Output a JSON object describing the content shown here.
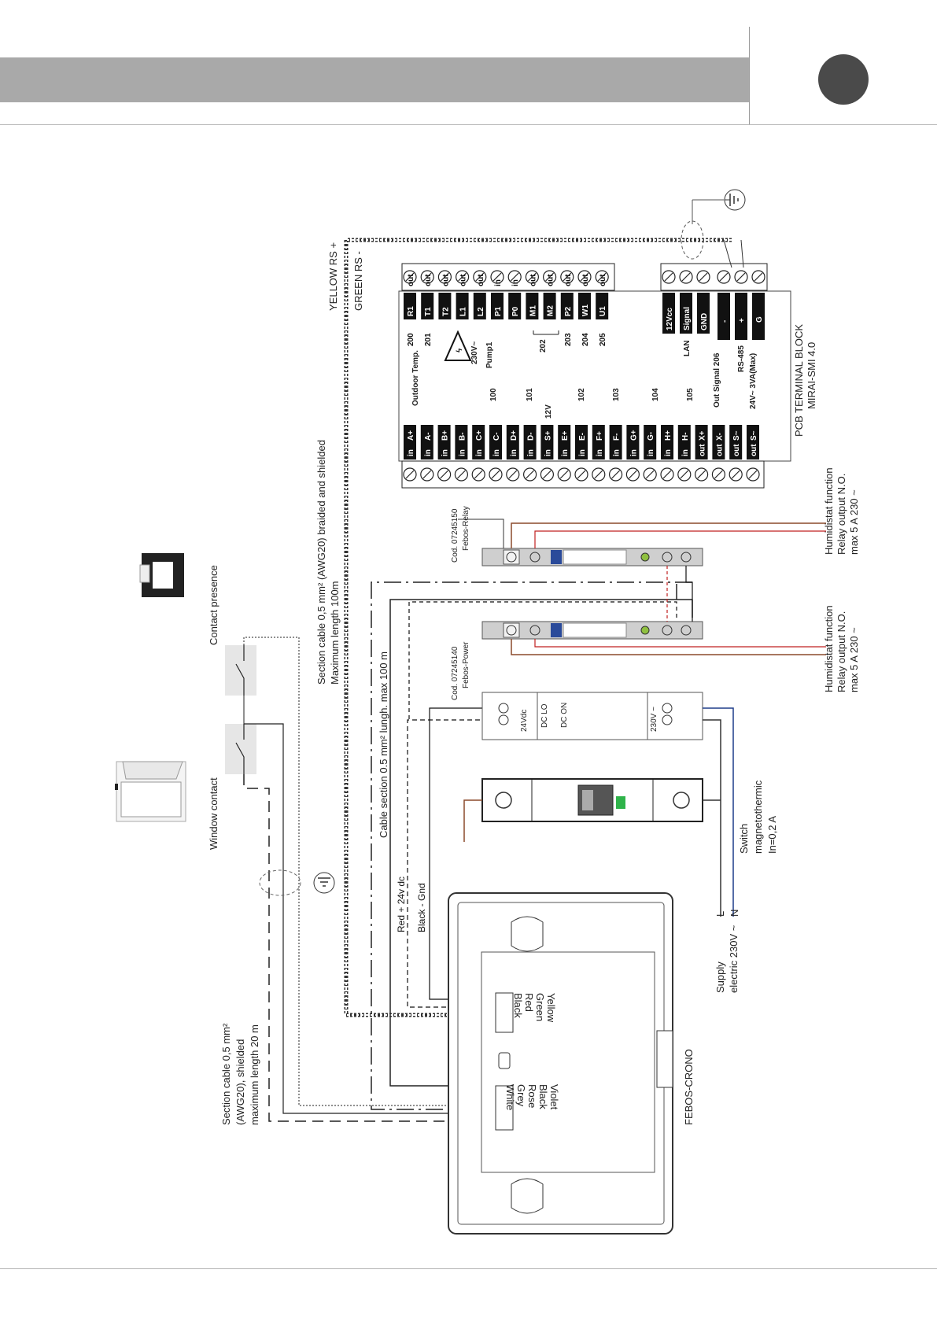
{
  "pcb": {
    "title": "PCB TERMINAL BLOCK",
    "model": "MIRAI-SMI 4.0",
    "right_terminals": [
      {
        "num": "200",
        "name": "R1",
        "dir": "out"
      },
      {
        "num": "201",
        "name": "T1",
        "dir": "out"
      },
      {
        "num": "",
        "name": "T2",
        "dir": "out"
      },
      {
        "num": "",
        "name": "L1",
        "dir": "out"
      },
      {
        "num": "",
        "name": "L2",
        "dir": "out"
      },
      {
        "num": "",
        "name": "P1",
        "dir": "in"
      },
      {
        "num": "",
        "name": "P0",
        "dir": "in"
      },
      {
        "num": "",
        "name": "M1",
        "dir": "out"
      },
      {
        "num": "",
        "name": "M2",
        "dir": "out"
      },
      {
        "num": "203",
        "name": "P2",
        "dir": "out"
      },
      {
        "num": "204",
        "name": "W1",
        "dir": "out"
      },
      {
        "num": "205",
        "name": "U1",
        "dir": "out"
      }
    ],
    "right_group_labels": [
      "230V~",
      "Pump1",
      "202"
    ],
    "lan_terminals": [
      "12Vcc",
      "Signal",
      "GND"
    ],
    "lan_label": "LAN",
    "rs485_terminals": [
      "-",
      "+",
      "G"
    ],
    "rs485_label": "RS-485",
    "left_terminals": [
      {
        "dir": "in",
        "name": "A+"
      },
      {
        "dir": "in",
        "name": "A-"
      },
      {
        "dir": "in",
        "name": "B+"
      },
      {
        "dir": "in",
        "name": "B-"
      },
      {
        "dir": "in",
        "name": "C+"
      },
      {
        "dir": "in",
        "name": "C-"
      },
      {
        "dir": "in",
        "name": "D+"
      },
      {
        "dir": "in",
        "name": "D-"
      },
      {
        "dir": "in",
        "name": "S+"
      },
      {
        "dir": "in",
        "name": "E+"
      },
      {
        "dir": "in",
        "name": "E-"
      },
      {
        "dir": "in",
        "name": "F+"
      },
      {
        "dir": "in",
        "name": "F-"
      },
      {
        "dir": "in",
        "name": "G+"
      },
      {
        "dir": "in",
        "name": "G-"
      },
      {
        "dir": "in",
        "name": "H+"
      },
      {
        "dir": "in",
        "name": "H-"
      },
      {
        "dir": "out",
        "name": "X+"
      },
      {
        "dir": "out",
        "name": "X-"
      },
      {
        "dir": "out",
        "name": "S~"
      },
      {
        "dir": "out",
        "name": "S~"
      }
    ],
    "left_group_labels": {
      "outdoor": "Outdoor Temp.",
      "g100": "100",
      "g101": "101",
      "v12": "12V",
      "g102": "102",
      "g103": "103",
      "g104": "104",
      "g105": "105",
      "outsignal": "Out Signal 206",
      "supply": "24V~ 3VA(Max)"
    }
  },
  "cables": {
    "yellow_rs": "YELLOW RS +",
    "green_rs": "GREEN RS -",
    "braided": "Section cable 0,5 mm² (AWG20) braided and shielded",
    "braided_max": "Maximum length 100m",
    "section_main": "Cable section 0.5 mm² lungh. max 100 m",
    "red24": "Red + 24v dc",
    "blackgnd": "Black - Gnd",
    "shielded_1": "Section cable 0,5 mm²",
    "shielded_2": "(AWG20), shielded",
    "shielded_3": "maximum length 20 m"
  },
  "relays": {
    "relay1_code": "Cod. 07245150",
    "relay1_name": "Febos-Relay",
    "relay2_code": "Cod. 07245140",
    "relay2_name": "Febos-Power",
    "humid1": [
      "Humidistat function",
      "Relay output N.O.",
      "max 5 A 230 ~"
    ],
    "humid2": [
      "Humidistat function",
      "Relay output N.O.",
      "max 5 A 230 ~"
    ]
  },
  "power_supply": {
    "dc_label": "24Vdc",
    "ac_label": "230V ~",
    "dc_lo": "DC LO",
    "dc_on": "DC ON"
  },
  "breaker": {
    "label": [
      "Switch",
      "magnetothermic",
      "In=0,2 A"
    ]
  },
  "supply": {
    "label": [
      "Supply",
      "electric 230V ~"
    ],
    "l": "L",
    "n": "N"
  },
  "contacts": {
    "window": "Window contact",
    "presence": "Contact presence"
  },
  "crono": {
    "name": "FEBOS-CRONO",
    "upper_wires": [
      "Yellow",
      "Green",
      "Red",
      "Black"
    ],
    "lower_wires": [
      "Violet",
      "Black",
      "Rose",
      "Grey",
      "White"
    ]
  },
  "colors": {
    "header_bar": "#a9a9a9",
    "page_marker": "#4a4a4a",
    "wire_brown": "#8b4a2b",
    "wire_blue": "#1f3d8a",
    "wire_red": "#c02020",
    "wire_black": "#111111"
  }
}
